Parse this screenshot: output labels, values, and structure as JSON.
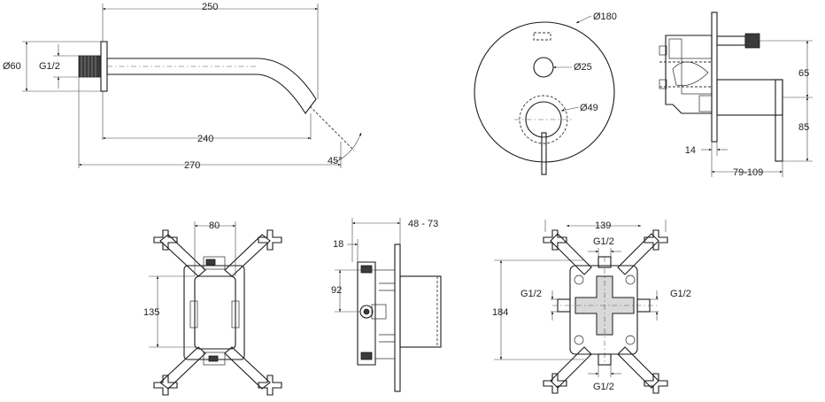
{
  "spout": {
    "length_top": "250",
    "length_mid": "240",
    "length_bottom": "270",
    "diameter": "Ø60",
    "thread": "G1/2",
    "angle": "45°"
  },
  "faceplate": {
    "plate_diameter": "Ø180",
    "diverter_diameter": "Ø25",
    "handle_diameter": "Ø49"
  },
  "side_view": {
    "upper_height": "65",
    "lower_height": "85",
    "plate_offset": "14",
    "depth_range": "79-109"
  },
  "front_box": {
    "width": "80",
    "height": "135"
  },
  "box_side": {
    "depth_range": "48 - 73",
    "top_offset": "18",
    "height": "92"
  },
  "box_back": {
    "width": "139",
    "height": "184",
    "port_top": "G1/2",
    "port_left": "G1/2",
    "port_right": "G1/2",
    "port_bottom": "G1/2"
  },
  "colors": {
    "line": "#1a1a1a",
    "fill_light": "#d9d9d9",
    "background": "#ffffff"
  }
}
